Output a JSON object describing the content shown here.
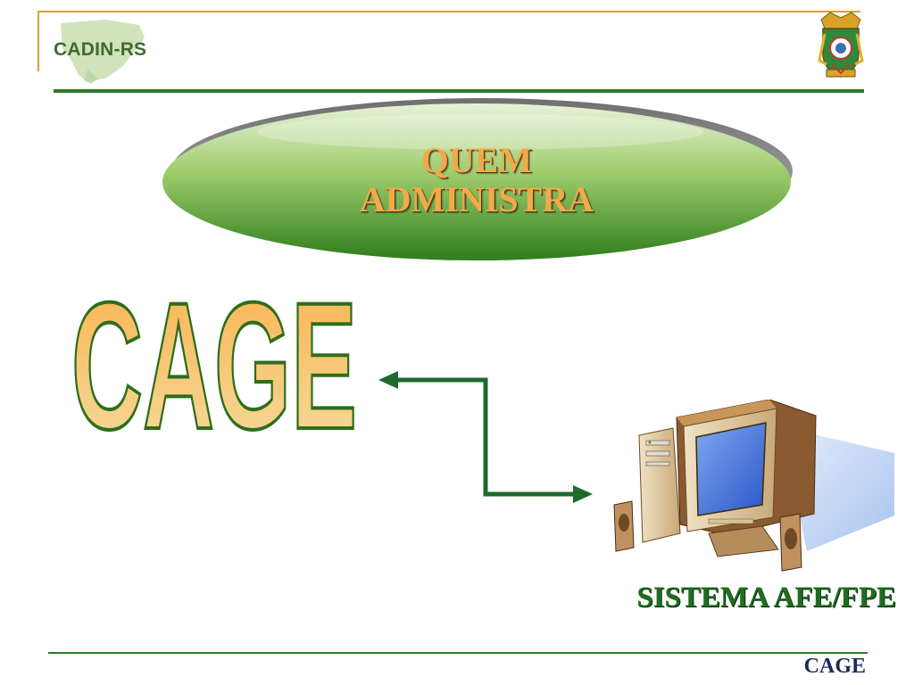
{
  "header": {
    "logo_text": "CADIN-RS"
  },
  "title": {
    "line1": "QUEM",
    "line2": "ADMINISTRA"
  },
  "main": {
    "big_label": "CAGE",
    "system_label": "SISTEMA AFE/FPE"
  },
  "footer": {
    "label": "CAGE"
  },
  "colors": {
    "green": "#2e7a27",
    "orange": "#f3a94a",
    "frame_orange": "#e89a2a"
  },
  "icons": [
    "state-map-logo-icon",
    "coat-of-arms-icon",
    "computer-icon",
    "bidirectional-arrow-icon"
  ]
}
